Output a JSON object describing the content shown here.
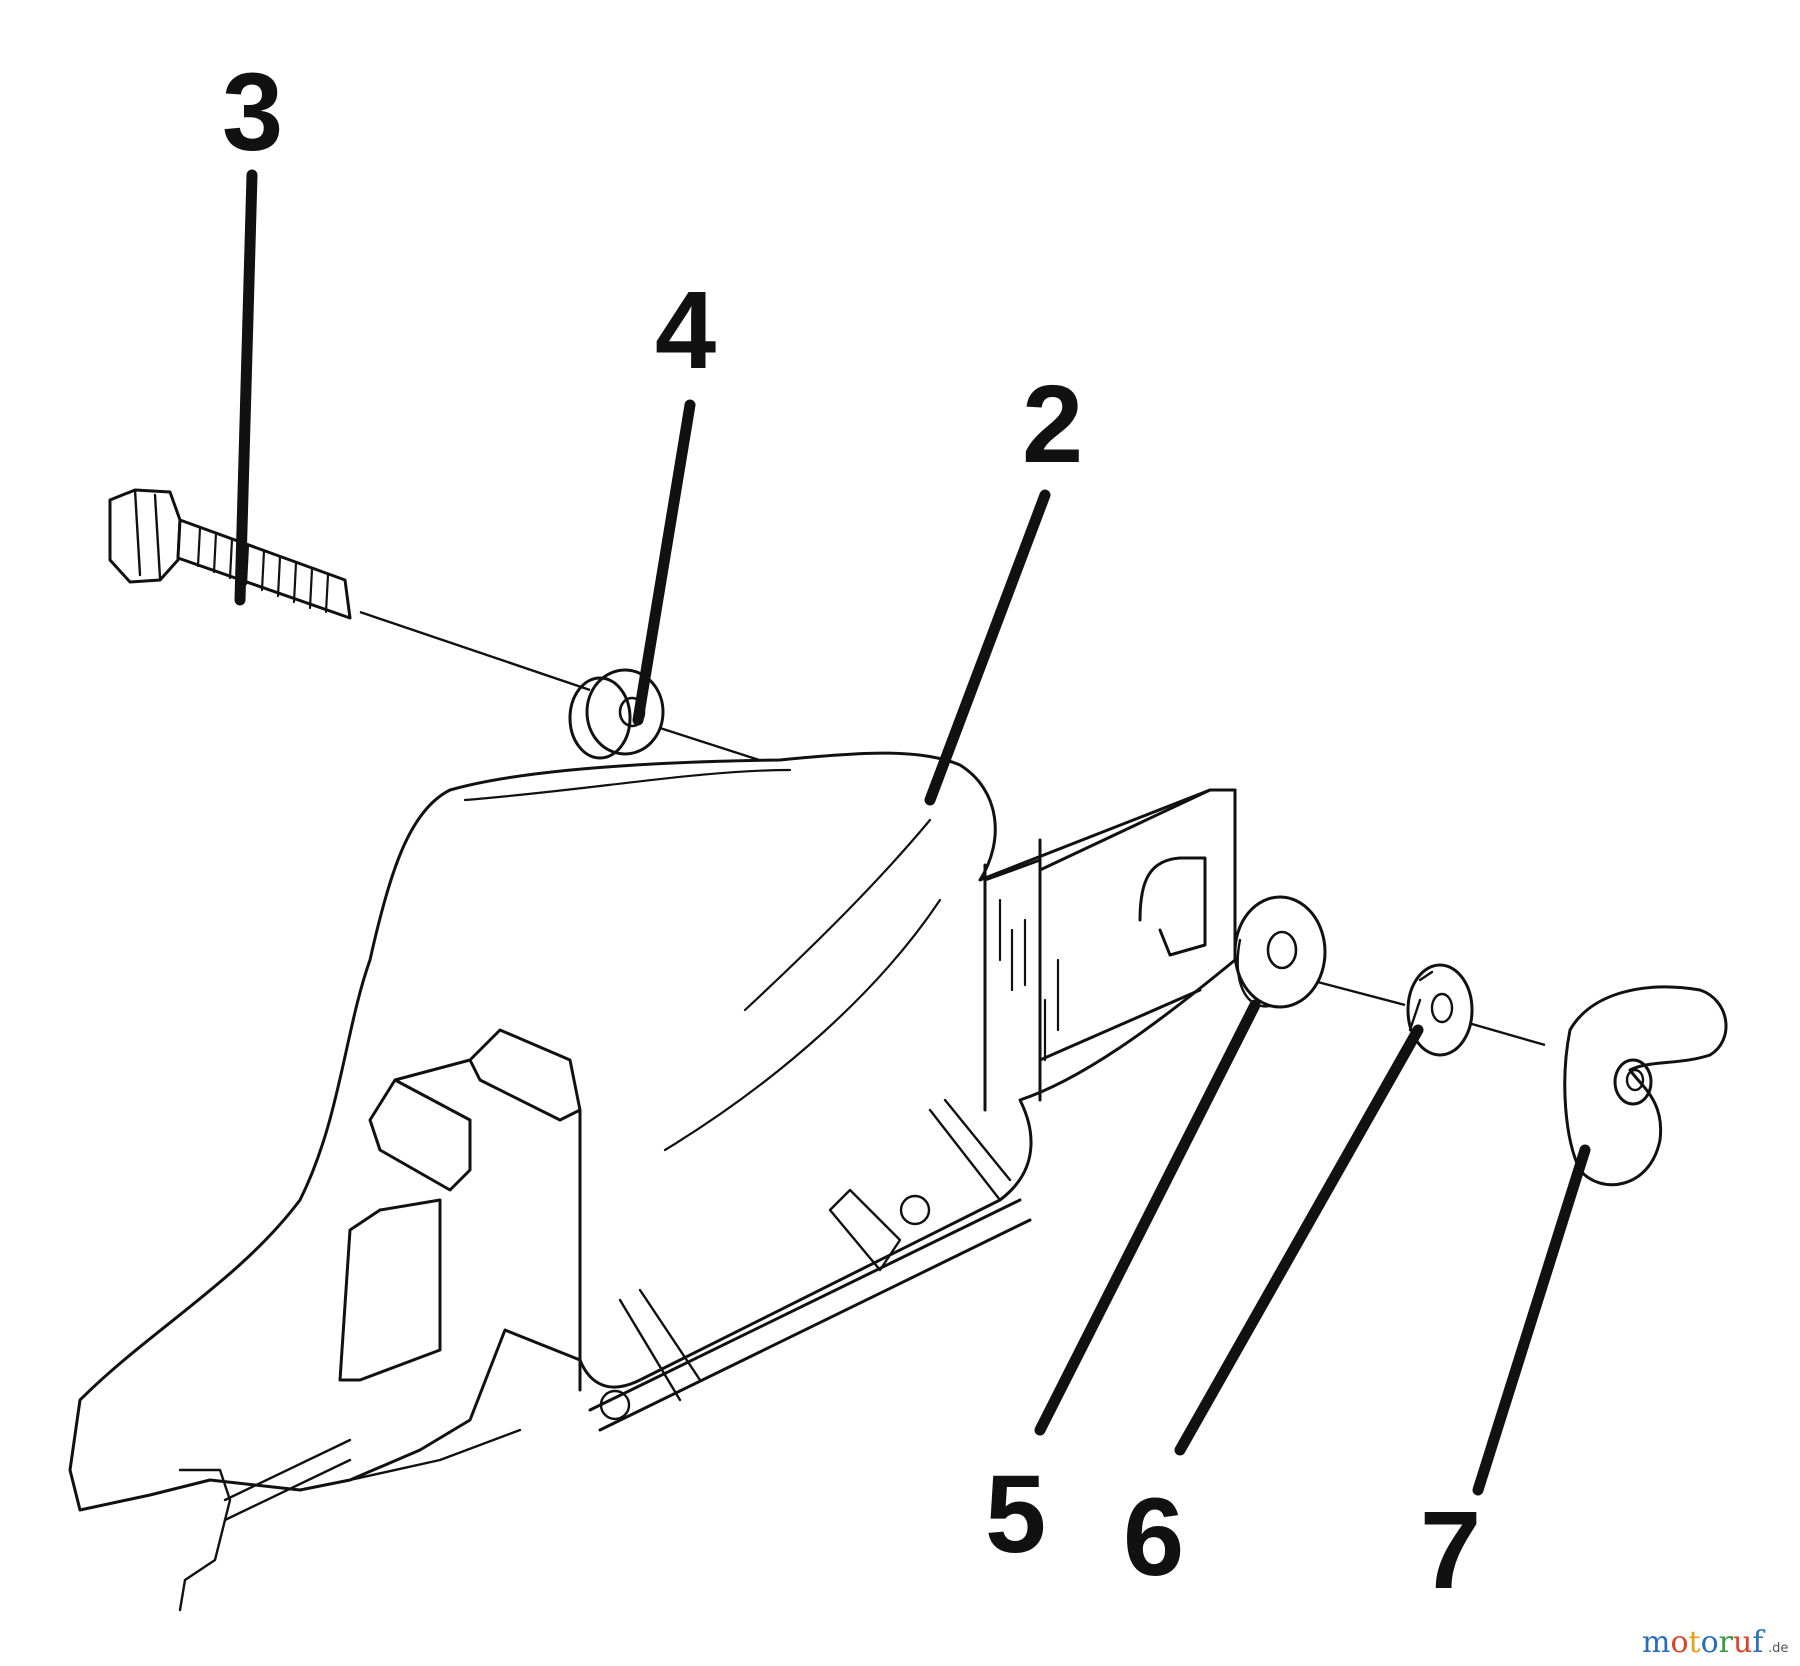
{
  "callouts": {
    "c2": "2",
    "c3": "3",
    "c4": "4",
    "c5": "5",
    "c6": "6",
    "c7": "7"
  },
  "watermark": {
    "letters": [
      "m",
      "o",
      "t",
      "o",
      "r",
      "u",
      "f"
    ],
    "letter_colors": [
      "#2a6ebb",
      "#d9442b",
      "#e2a31b",
      "#2a6ebb",
      "#3a9b43",
      "#d9442b",
      "#2a6ebb"
    ],
    "suffix": ".de"
  },
  "icons": [
    "hex-bolt-icon",
    "spacer-nut-icon",
    "flat-washer-icon",
    "lock-washer-icon",
    "wing-nut-icon",
    "deflector-shield-icon"
  ]
}
